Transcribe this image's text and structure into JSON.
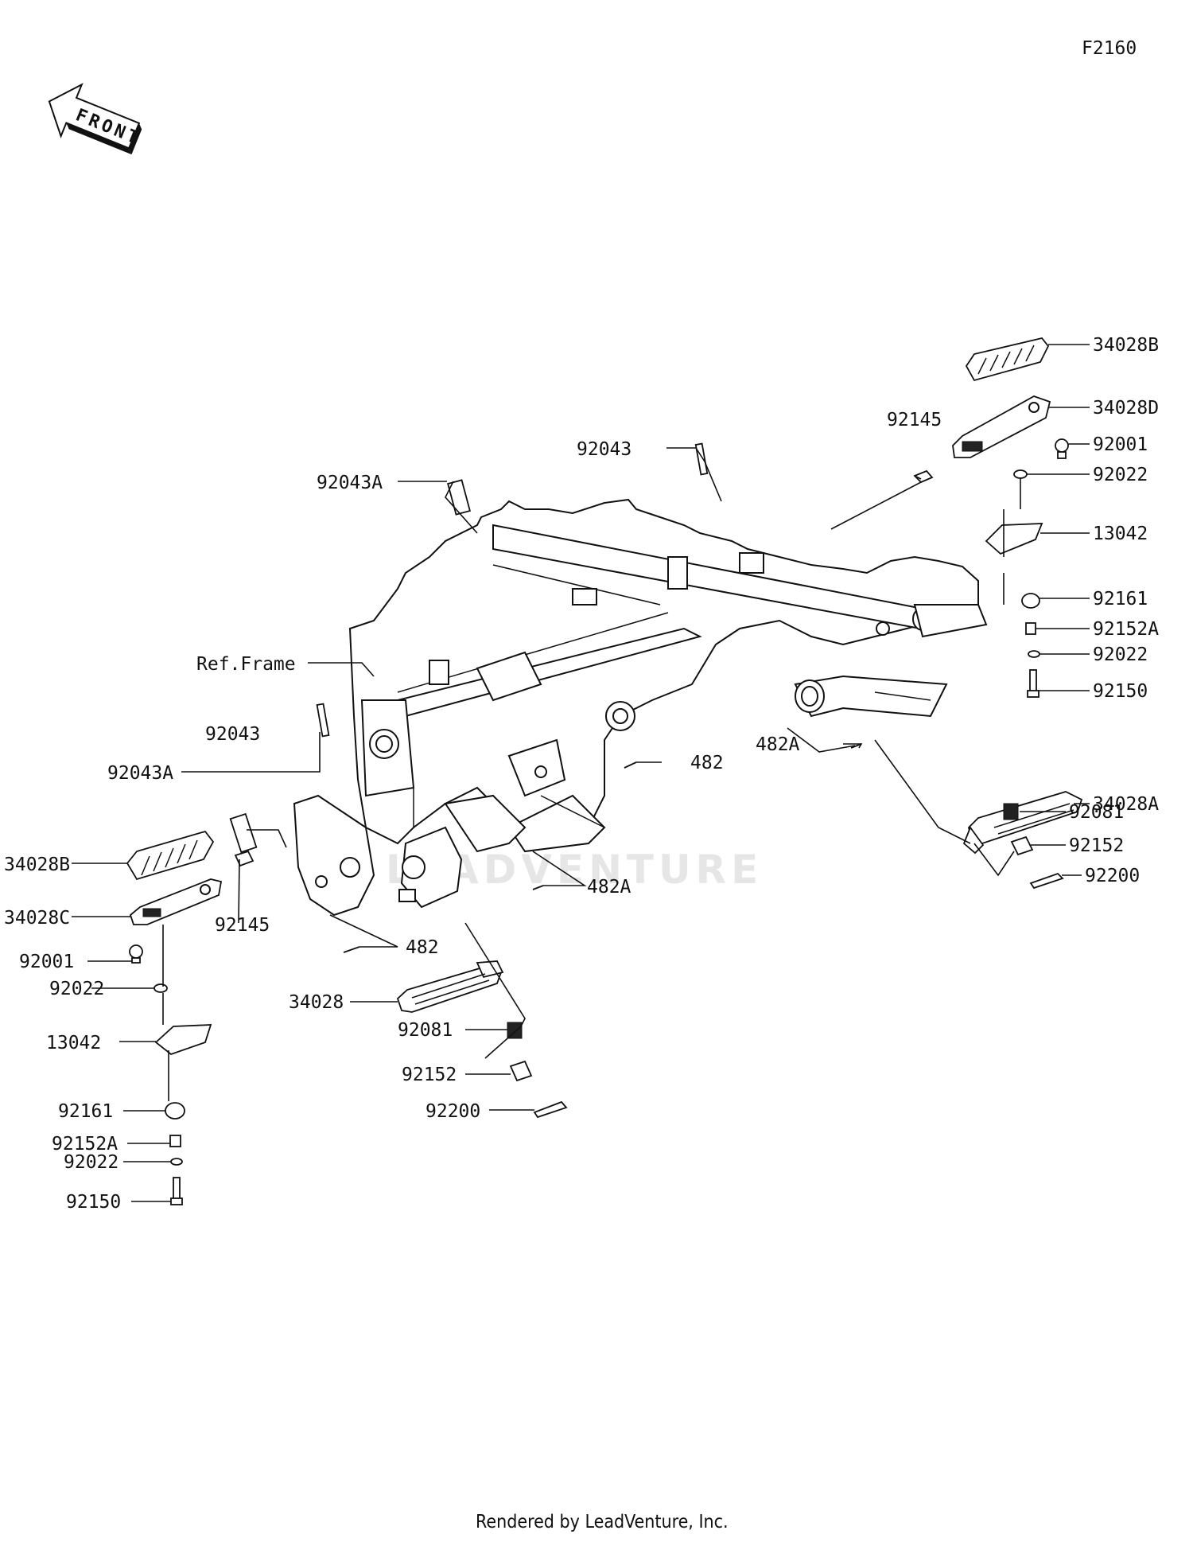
{
  "diagram_code": "F2160",
  "front_arrow_label": "FRONT",
  "watermark": "LEADVENTURE",
  "footer": "Rendered by LeadVenture, Inc.",
  "ref_frame_label": "Ref.Frame",
  "right_parts": {
    "footpeg_rubber_rear": "34028B",
    "footpeg_bracket_rear": "34028D",
    "spring_rear": "92145",
    "bolt_rear": "92001",
    "washer_upper": "92022",
    "holder": "13042",
    "bushing": "92161",
    "collar": "92152A",
    "washer_lower": "92022",
    "bolt": "92150",
    "footpeg_front": "34028A",
    "spring_front": "92081",
    "collar_front": "92152",
    "pin": "92200"
  },
  "left_parts": {
    "footpeg_rubber_rear": "34028B",
    "footpeg_bracket_rear": "34028C",
    "spring_rear": "92145",
    "bolt_rear": "92001",
    "washer_upper": "92022",
    "holder": "13042",
    "bushing": "92161",
    "collar": "92152A",
    "washer_lower": "92022",
    "bolt": "92150",
    "footpeg_front": "34028",
    "spring_front": "92081",
    "collar_front": "92152",
    "pin": "92200"
  },
  "frame_parts": {
    "pin_top_right": "92043",
    "pin_top_left": "92043A",
    "pin_left": "92043",
    "pin_left_a": "92043A",
    "clip_center": "482",
    "clip_left": "482",
    "clip_right_a": "482A",
    "clip_center_a": "482A"
  }
}
